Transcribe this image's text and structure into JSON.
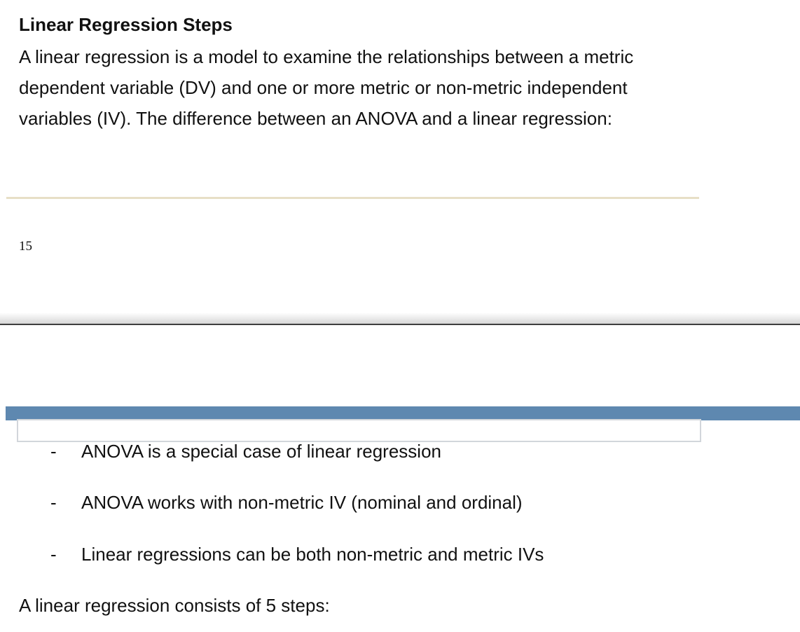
{
  "page": {
    "title": "Linear Regression Steps",
    "paragraph_lines": [
      "A linear regression is a model to examine the relationships between a metric",
      "dependent variable (DV) and one or more metric or non-metric independent",
      "variables (IV). The difference between an ANOVA and a linear regression:"
    ],
    "page_number": "15",
    "bullets": [
      {
        "marker": "-",
        "text": "ANOVA is a special case of linear regression"
      },
      {
        "marker": "-",
        "text": "ANOVA works with non-metric IV (nominal and ordinal)"
      },
      {
        "marker": "-",
        "text": "Linear regressions can be both non-metric and metric IVs"
      }
    ],
    "closing_line": "A linear regression consists of 5 steps:",
    "colors": {
      "accent_bar": "#5E88B0",
      "beige_divider": "#E7DFC6",
      "page_break_line": "#3F3F3F",
      "textbox_border": "#D2D6DB"
    }
  }
}
